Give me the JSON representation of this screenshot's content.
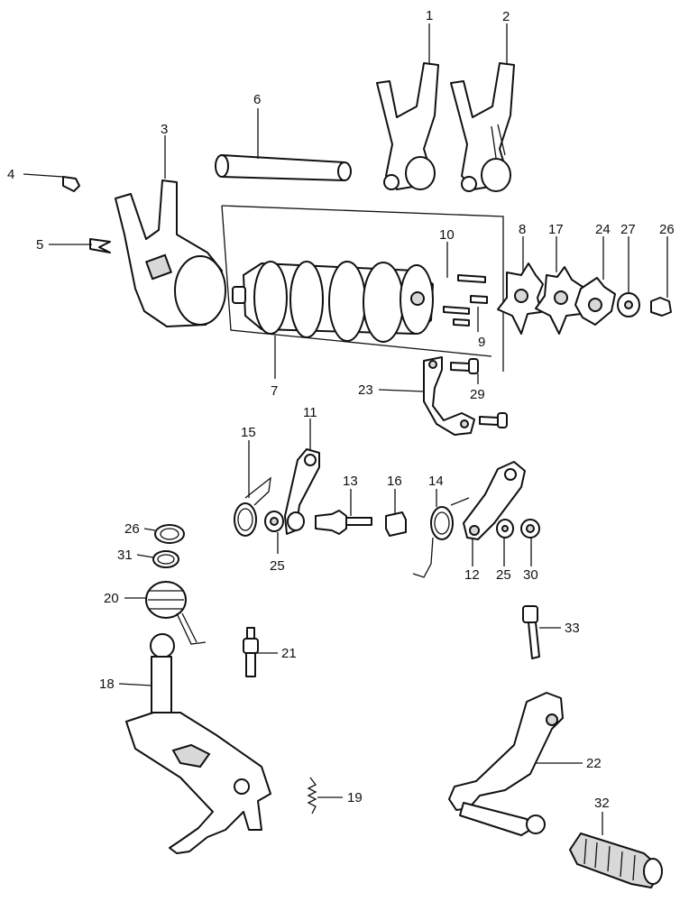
{
  "callouts": {
    "c1": "1",
    "c2": "2",
    "c3": "3",
    "c4": "4",
    "c5": "5",
    "c6": "6",
    "c7": "7",
    "c8": "8",
    "c9": "9",
    "c10": "10",
    "c11": "11",
    "c12": "12",
    "c13": "13",
    "c14": "14",
    "c15": "15",
    "c16": "16",
    "c17": "17",
    "c18": "18",
    "c19": "19",
    "c20": "20",
    "c21": "21",
    "c22": "22",
    "c23": "23",
    "c24": "24",
    "c25a": "25",
    "c25b": "25",
    "c26a": "26",
    "c26b": "26",
    "c27": "27",
    "c29": "29",
    "c30": "30",
    "c31": "31",
    "c32": "32",
    "c33": "33"
  }
}
